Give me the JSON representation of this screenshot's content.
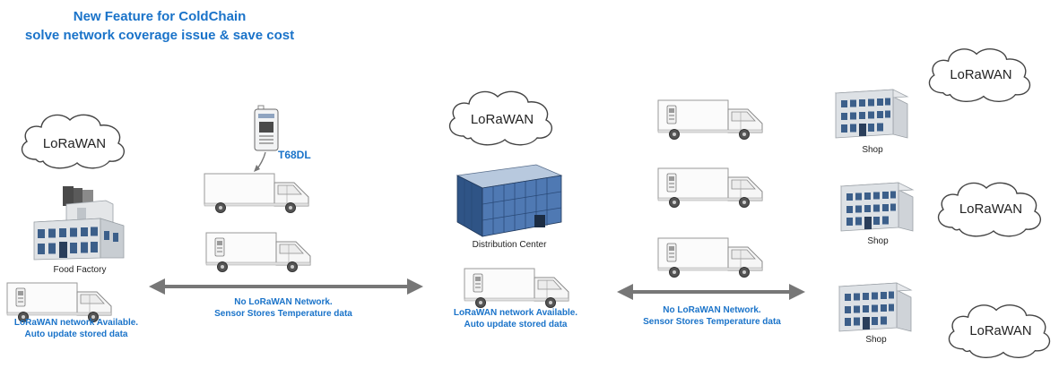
{
  "title": {
    "line1": "New Feature for ColdChain",
    "line2": "solve network coverage issue & save cost"
  },
  "cloud_label": "LoRaWAN",
  "sensor_label": "T68DL",
  "factory_label": "Food Factory",
  "dc_label": "Distribution Center",
  "shop_label": "Shop",
  "status_available": {
    "line1": "LoRaWAN network Available.",
    "line2": "Auto update stored data"
  },
  "status_unavailable": {
    "line1": "No LoRaWAN Network.",
    "line2": "Sensor Stores Temperature data"
  },
  "colors": {
    "accent": "#1a73c9",
    "arrow": "#777777",
    "building_blue": "#3f6aa6"
  }
}
